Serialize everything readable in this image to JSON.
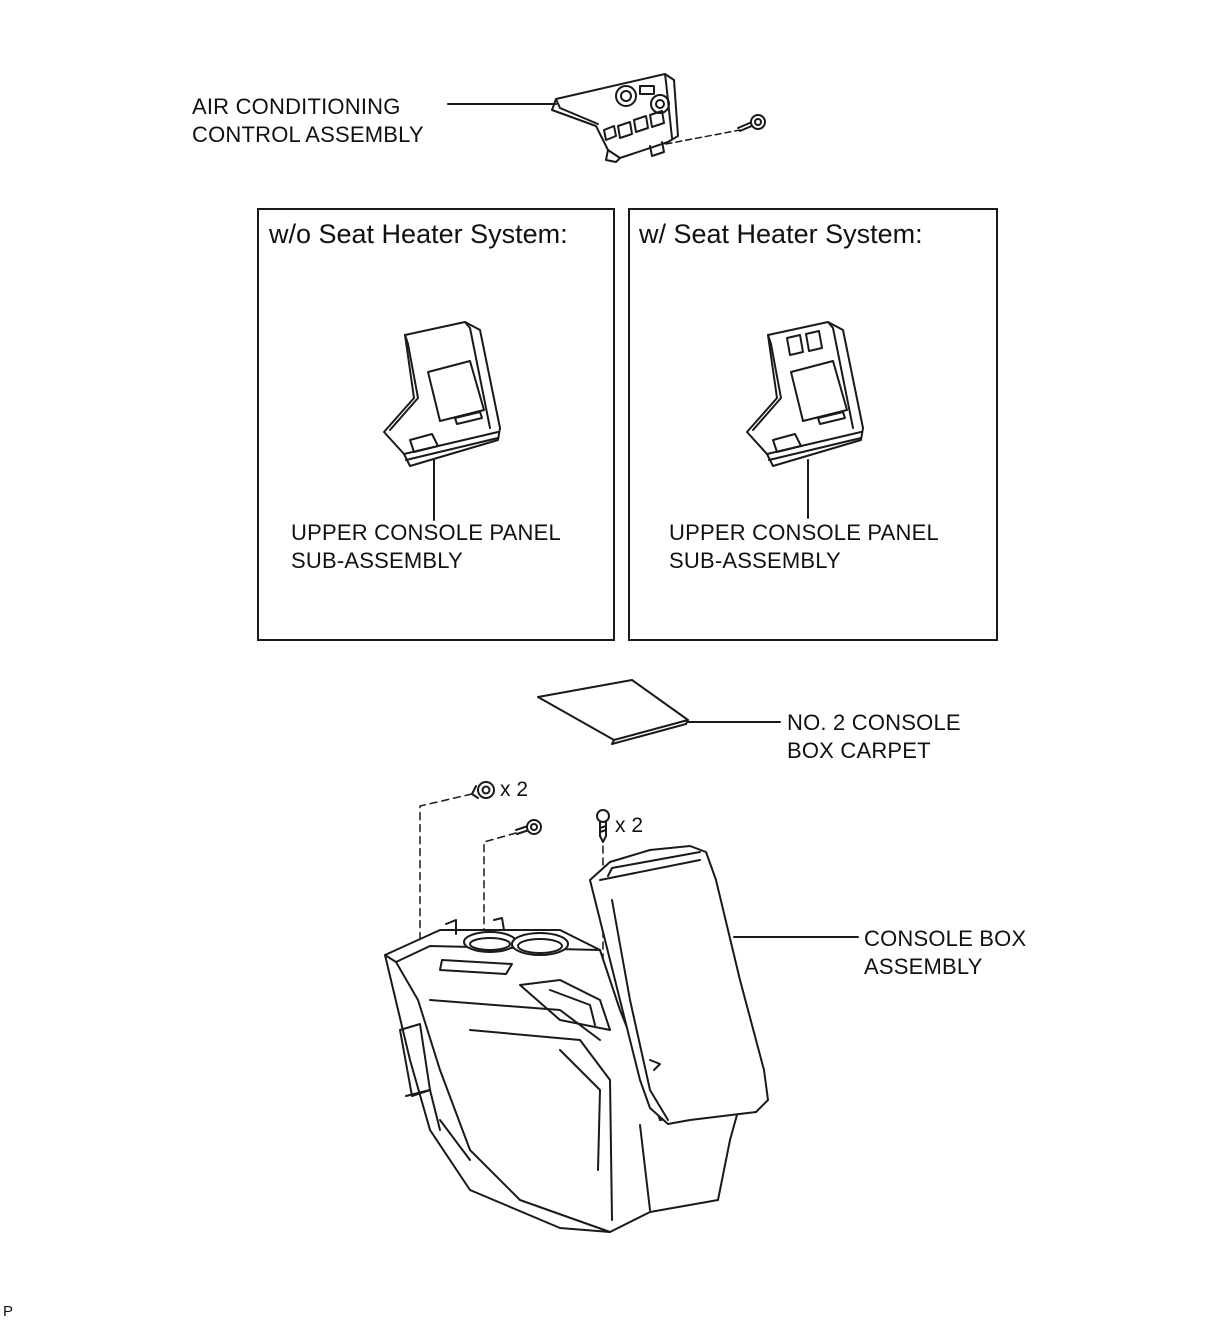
{
  "labels": {
    "ac_control_1": "AIR CONDITIONING",
    "ac_control_2": "CONTROL ASSEMBLY",
    "panel_left_1": "UPPER CONSOLE PANEL",
    "panel_left_2": "SUB-ASSEMBLY",
    "panel_right_1": "UPPER CONSOLE PANEL",
    "panel_right_2": "SUB-ASSEMBLY",
    "carpet_1": "NO. 2 CONSOLE",
    "carpet_2": "BOX CARPET",
    "console_box_1": "CONSOLE BOX",
    "console_box_2": "ASSEMBLY"
  },
  "boxes": {
    "left_title": "w/o Seat Heater System:",
    "right_title": "w/ Seat Heater System:"
  },
  "quantities": {
    "clip": "x 2",
    "screw": "x 2"
  },
  "figure_code": "P"
}
